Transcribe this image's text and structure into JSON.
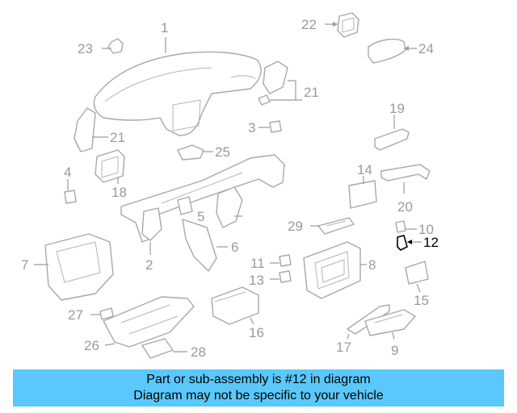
{
  "diagram": {
    "highlight_color": "#000000",
    "callout_color": "#9a9a9a",
    "callouts": {
      "c1": "1",
      "c2": "2",
      "c3": "3",
      "c4": "4",
      "c5": "5",
      "c6": "6",
      "c7": "7",
      "c8": "8",
      "c9": "9",
      "c10": "10",
      "c11": "11",
      "c12": "12",
      "c13": "13",
      "c14": "14",
      "c15": "15",
      "c16": "16",
      "c17": "17",
      "c18": "18",
      "c19": "19",
      "c20": "20",
      "c21a": "21",
      "c21b": "21",
      "c22": "22",
      "c23": "23",
      "c24": "24",
      "c25": "25",
      "c26": "26",
      "c27": "27",
      "c28": "28",
      "c29": "29"
    }
  },
  "banner": {
    "background": "#5ac8fa",
    "line1": "Part or sub-assembly is #12 in diagram",
    "line2": "Diagram may not be specific to your vehicle"
  }
}
